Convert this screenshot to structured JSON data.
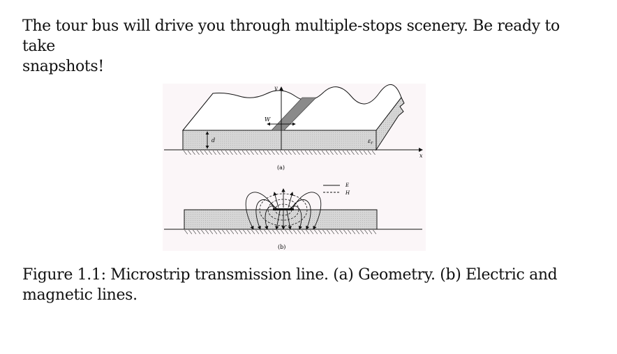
{
  "intro": {
    "line1": "The tour bus will drive you through multiple-stops scenery. Be ready to take",
    "line2": "snapshots!"
  },
  "figure": {
    "panel_a_label": "(a)",
    "panel_b_label": "(b)",
    "y_axis": "y",
    "x_axis": "x",
    "width_symbol": "W",
    "thickness_symbol": "d",
    "permittivity_symbol": "ε",
    "permittivity_subscript": "r",
    "legend_e": "E",
    "legend_h": "H"
  },
  "caption": {
    "line1": "Figure 1.1: Microstrip transmission line. (a) Geometry. (b) Electric and",
    "line2": "magnetic lines."
  },
  "colors": {
    "substrate": "#d9d9d9",
    "strip": "#8a8a8a",
    "figure_background": "#fbf6f8"
  }
}
